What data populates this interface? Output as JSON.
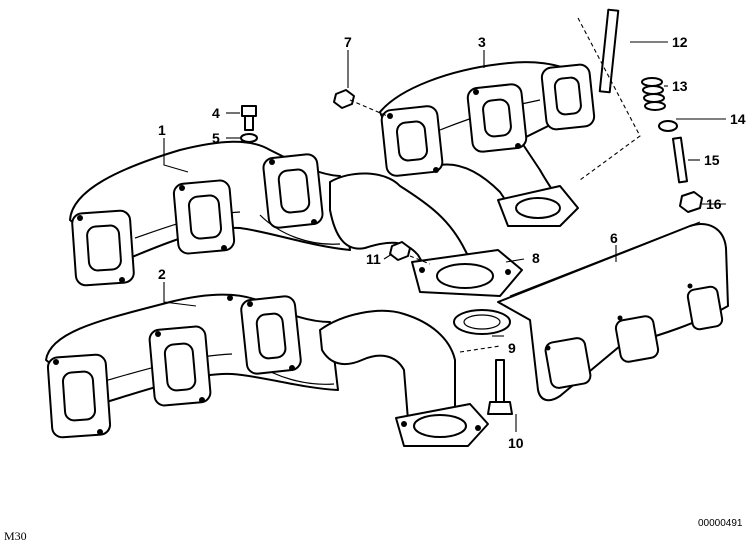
{
  "callouts": {
    "c1": "1",
    "c2": "2",
    "c3": "3",
    "c4": "4",
    "c5": "5",
    "c6": "6",
    "c7": "7",
    "c8": "8",
    "c9": "9",
    "c10": "10",
    "c11": "11",
    "c12": "12",
    "c13": "13",
    "c14": "14",
    "c15": "15",
    "c16": "16"
  },
  "footer": {
    "model": "M30",
    "code": "00000491"
  }
}
